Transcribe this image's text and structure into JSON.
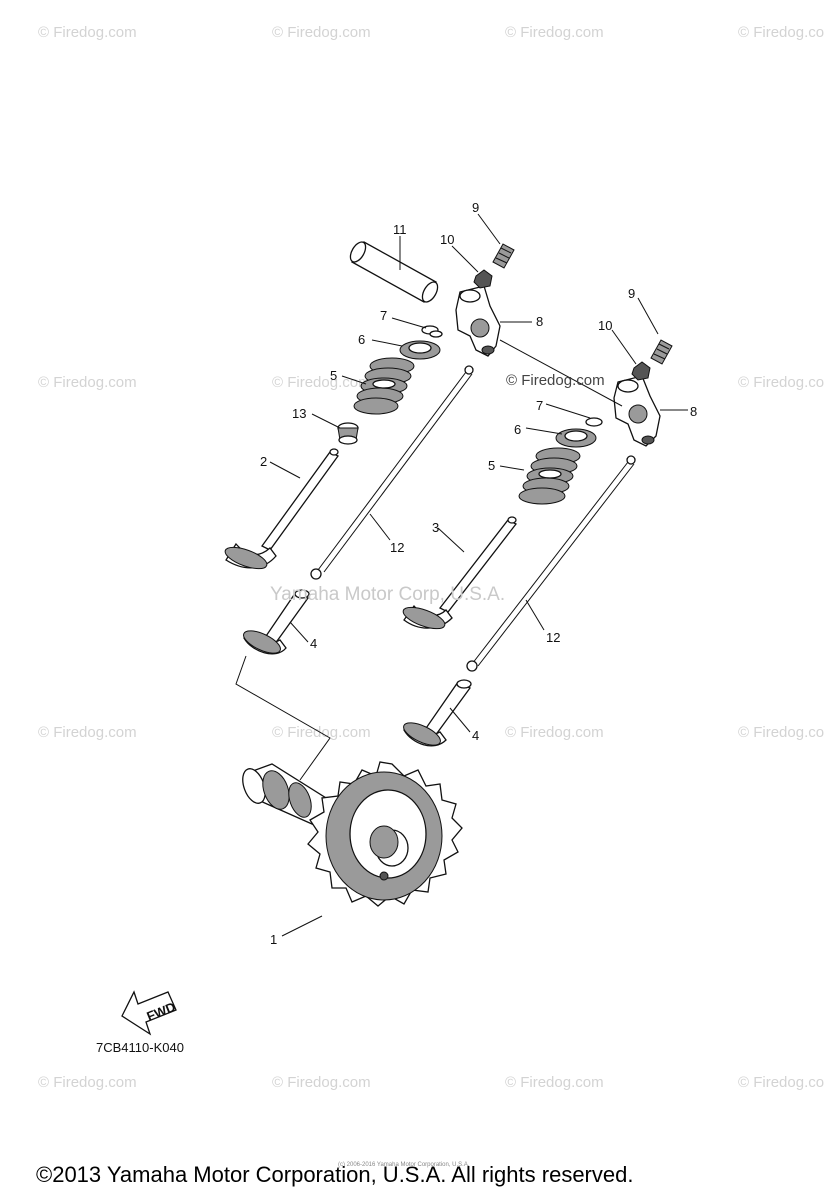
{
  "watermarks": {
    "firedog_text": "© Firedog.com",
    "diagram_firedog_text": "© Firedog.com",
    "yamaha_text": "Yamaha Motor Corp, U.S.A."
  },
  "callouts": {
    "c1": "1",
    "c2": "2",
    "c3": "3",
    "c4a": "4",
    "c4b": "4",
    "c5a": "5",
    "c5b": "5",
    "c6a": "6",
    "c6b": "6",
    "c7a": "7",
    "c7b": "7",
    "c8a": "8",
    "c8b": "8",
    "c9a": "9",
    "c9b": "9",
    "c10a": "10",
    "c10b": "10",
    "c11": "11",
    "c12a": "12",
    "c12b": "12",
    "c13": "13"
  },
  "arrow_label": "FWD",
  "part_code": "7CB4110-K040",
  "footer": {
    "copyright": "©2013 Yamaha Motor Corporation, U.S.A. All rights reserved.",
    "fineprint": "(c) 2006-2016 Yamaha Motor Corporation, U.S.A."
  }
}
